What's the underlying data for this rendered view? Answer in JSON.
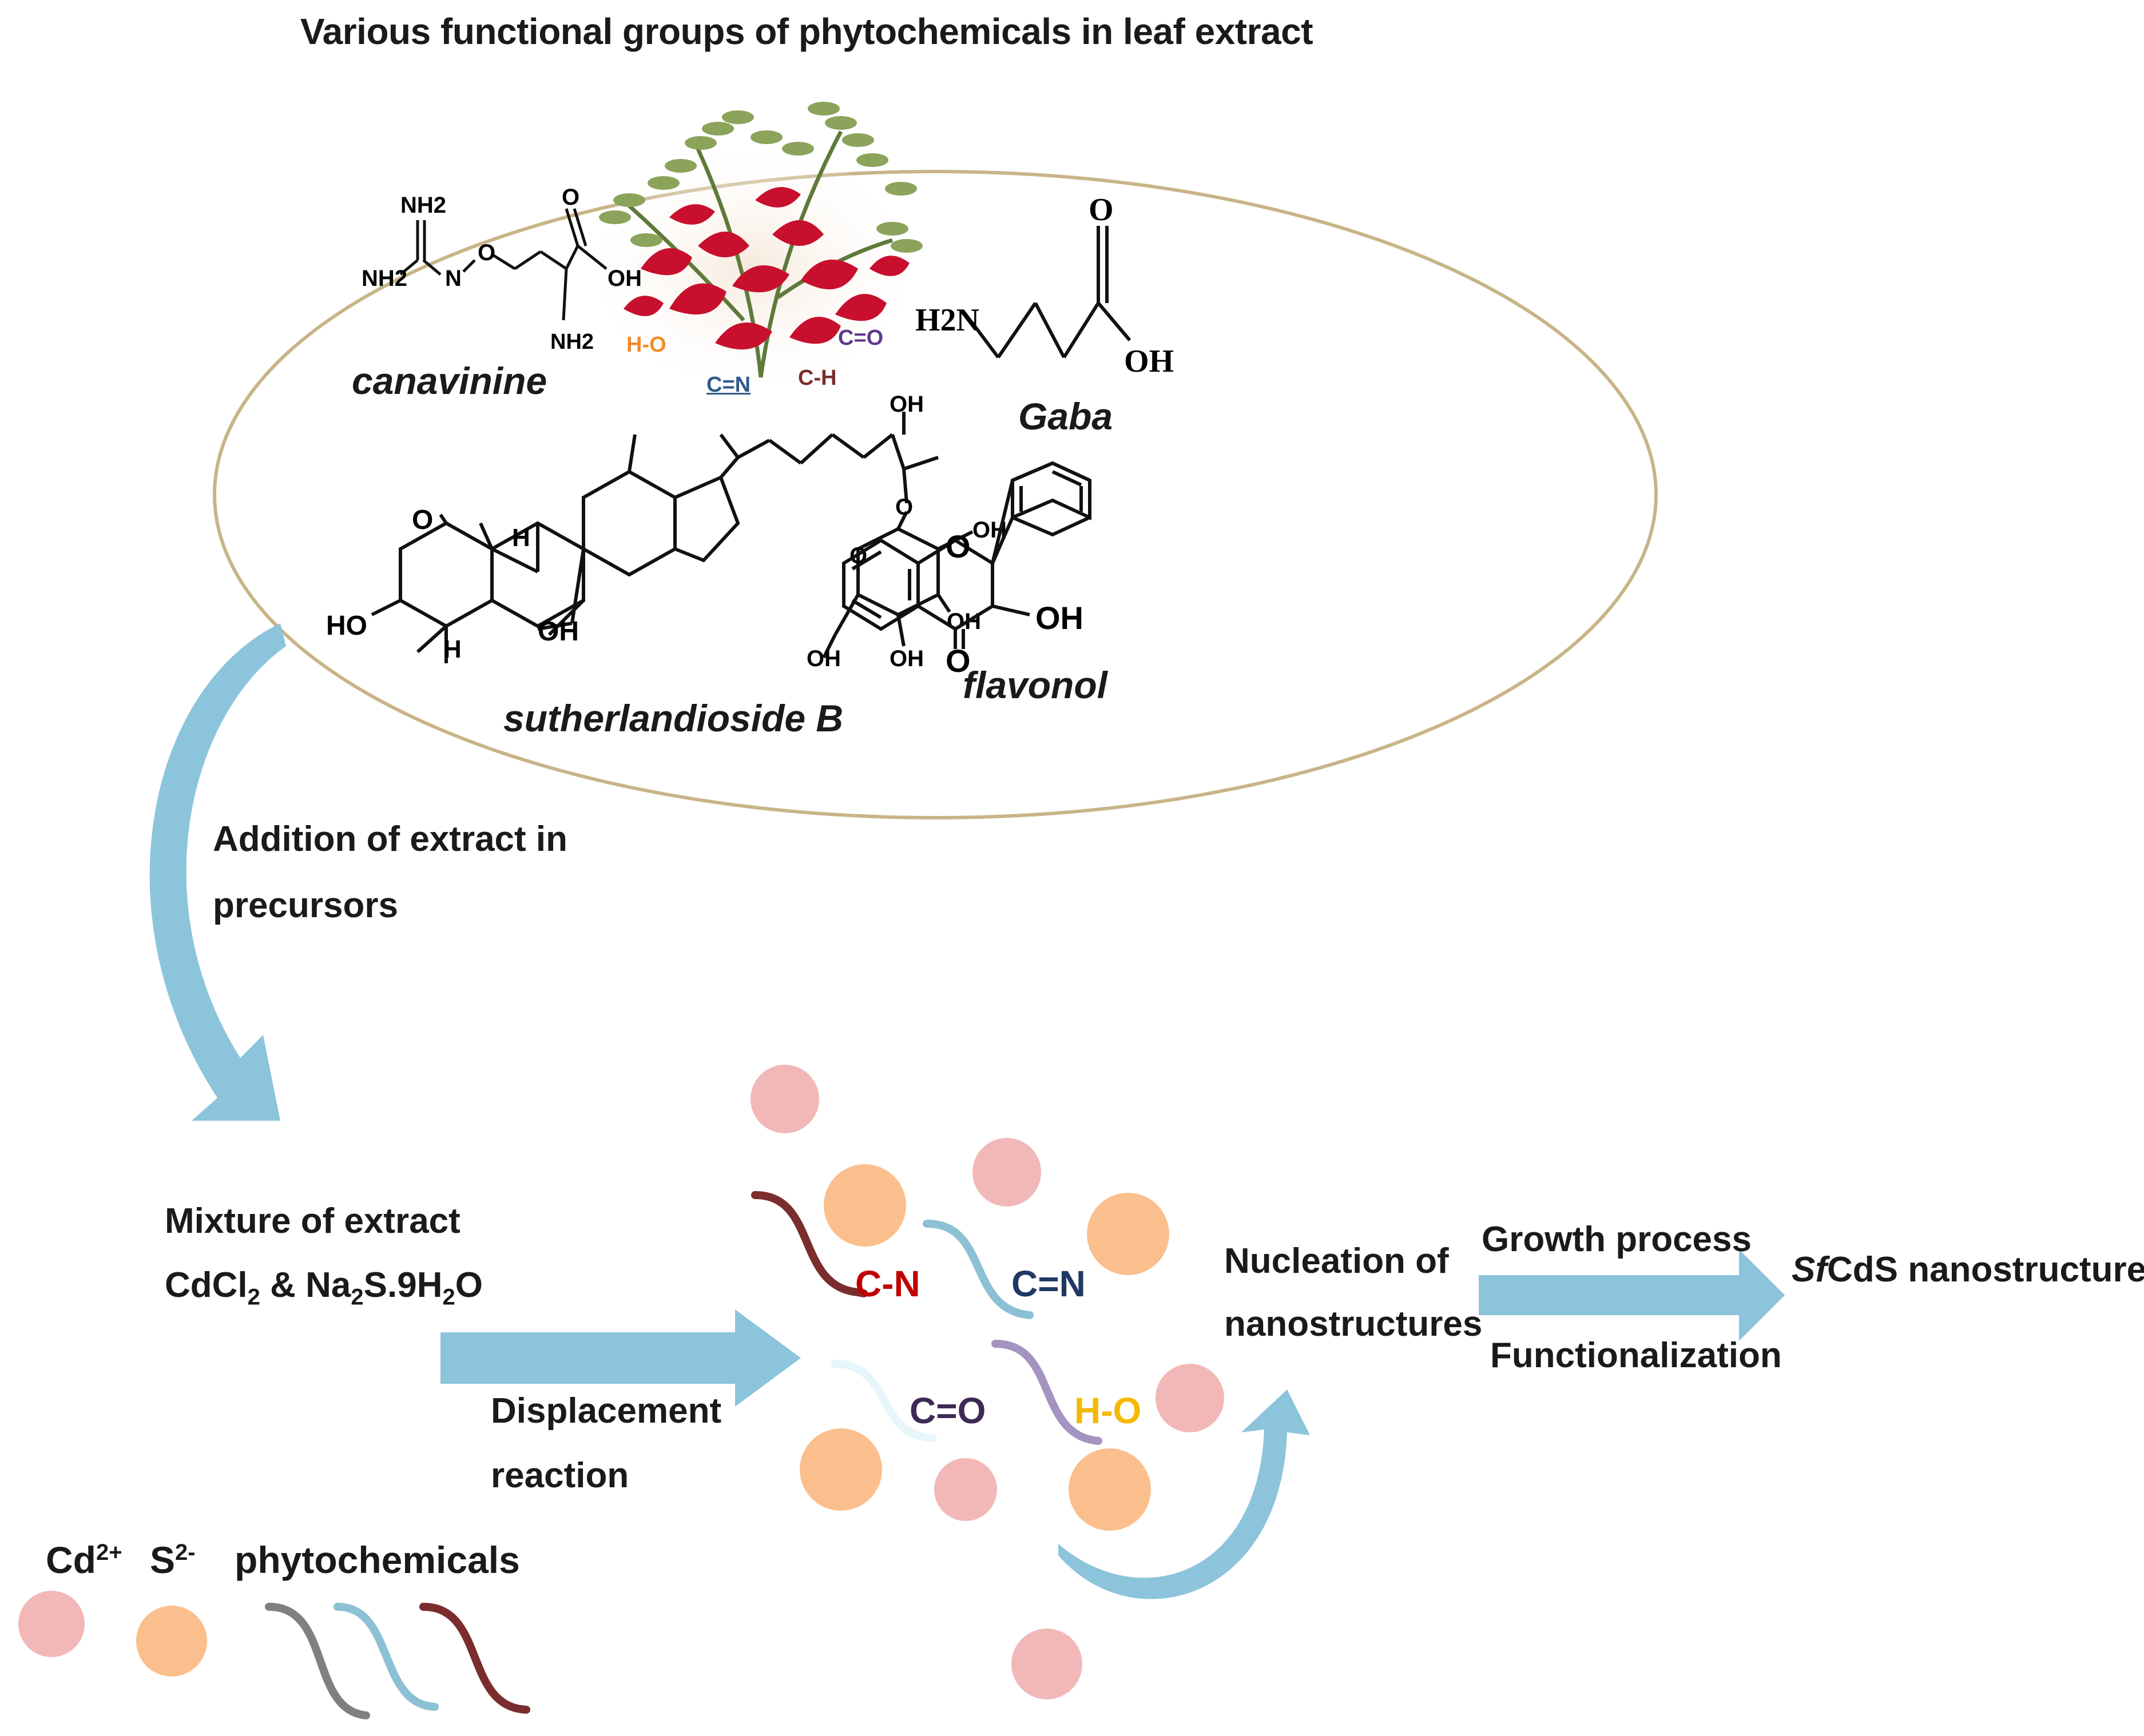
{
  "title": "Various functional groups of phytochemicals  in leaf extract",
  "molecules": {
    "canavinine": "canavinine",
    "gaba": "Gaba",
    "sutherlandioside": "sutherlandioside  B",
    "flavonol": "flavonol"
  },
  "atoms": {
    "nh2": "NH2",
    "n": "N",
    "o": "O",
    "oh": "OH",
    "h2n": "H2N",
    "ho": "HO",
    "h": "H"
  },
  "plant_groups": {
    "ho": "H-O",
    "cn_double": "C=N",
    "ch": "C-H",
    "co": "C=O"
  },
  "steps": {
    "addition_line1": "Addition of extract in",
    "addition_line2": "precursors",
    "mixture_line1": "Mixture of extract",
    "mixture_line2_a": "CdCl",
    "mixture_line2_sub1": "2",
    "mixture_line2_b": " & Na",
    "mixture_line2_sub2": "2",
    "mixture_line2_c": "S.9H",
    "mixture_line2_sub3": "2",
    "mixture_line2_d": "O",
    "displacement_line1": "Displacement",
    "displacement_line2": "reaction",
    "nucleation_line1": "Nucleation of",
    "nucleation_line2": "nanostructures",
    "growth": "Growth process",
    "functionalization": "Functionalization",
    "product_italic": "Sf",
    "product_rest": "CdS nanostructures"
  },
  "functional_groups": {
    "c_n": "C-N",
    "c_eq_n": "C=N",
    "c_eq_o": "C=O",
    "h_o": "H-O"
  },
  "legend": {
    "cd": "Cd",
    "cd_sup": "2+",
    "s": "S",
    "s_sup": "2-",
    "phyto": "phytochemicals"
  },
  "colors": {
    "cd_particle": "#f2b8b8",
    "s_particle": "#fbbf8e",
    "arrow": "#8cc4dc",
    "red_text": "#c00000",
    "navy_text": "#1f3864",
    "purple_text": "#3f2a56",
    "yellow_text": "#f5b800",
    "orange_text": "#f28c28",
    "maroon": "#7b2c2c",
    "lightblue": "#8cc0d4",
    "lavender": "#a394c0",
    "gray": "#808080"
  }
}
